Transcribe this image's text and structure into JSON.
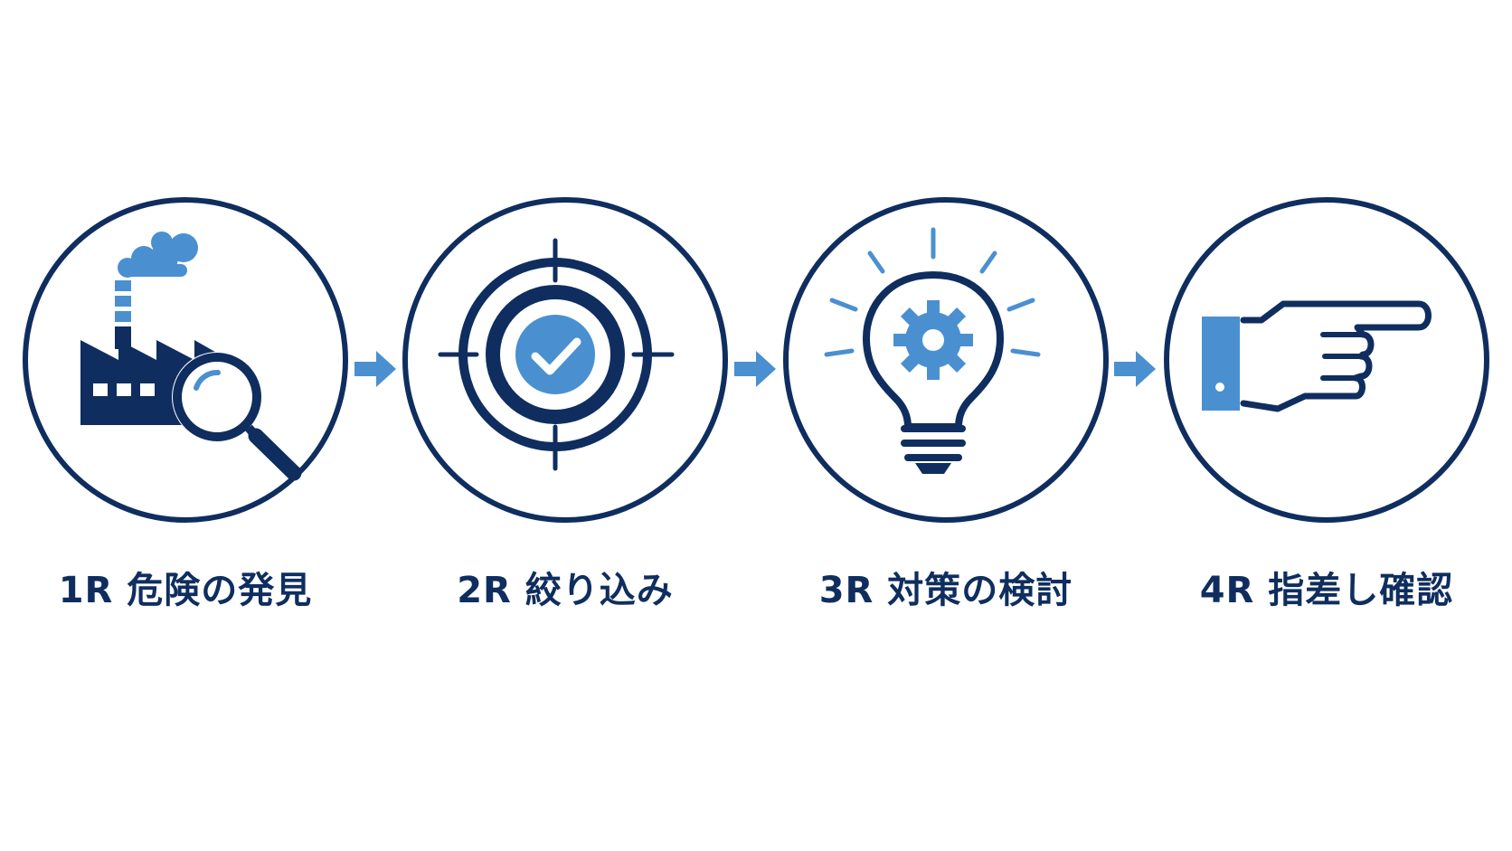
{
  "steps": [
    {
      "label": "1R 危険の発見",
      "icon": "factory-magnifier-icon"
    },
    {
      "label": "2R 絞り込み",
      "icon": "target-check-icon"
    },
    {
      "label": "3R 対策の検討",
      "icon": "lightbulb-gear-icon"
    },
    {
      "label": "4R 指差し確認",
      "icon": "pointing-hand-icon"
    }
  ],
  "colors": {
    "navy": "#0f2e5f",
    "accent": "#4a90d0",
    "background": "#ffffff"
  }
}
